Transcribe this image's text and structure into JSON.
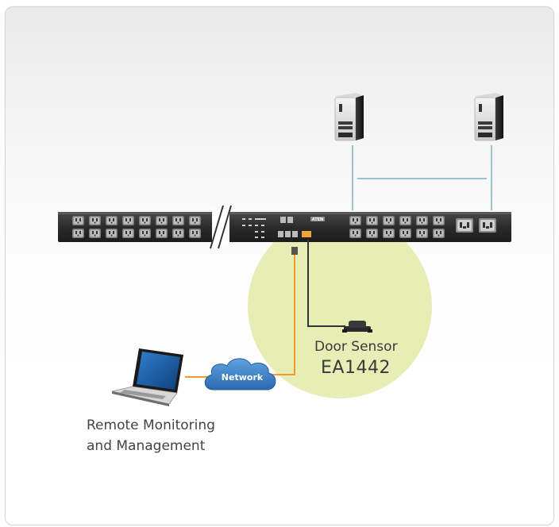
{
  "door_sensor": {
    "label": "Door Sensor",
    "model": "EA1442"
  },
  "network": {
    "label": "Network"
  },
  "remote": {
    "line1": "Remote Monitoring",
    "line2": "and Management"
  },
  "pdu": {
    "brand": "ATEN"
  },
  "colors": {
    "highlight_circle": "#e6eeb6",
    "network_cable": "#f29b28",
    "server_link": "#9dc1d4",
    "pdu_body": "#333333",
    "cloud": "#3a7fc6"
  },
  "icons": [
    "server-icon",
    "laptop-icon",
    "cloud-icon",
    "door-sensor-icon",
    "pdu-icon"
  ]
}
